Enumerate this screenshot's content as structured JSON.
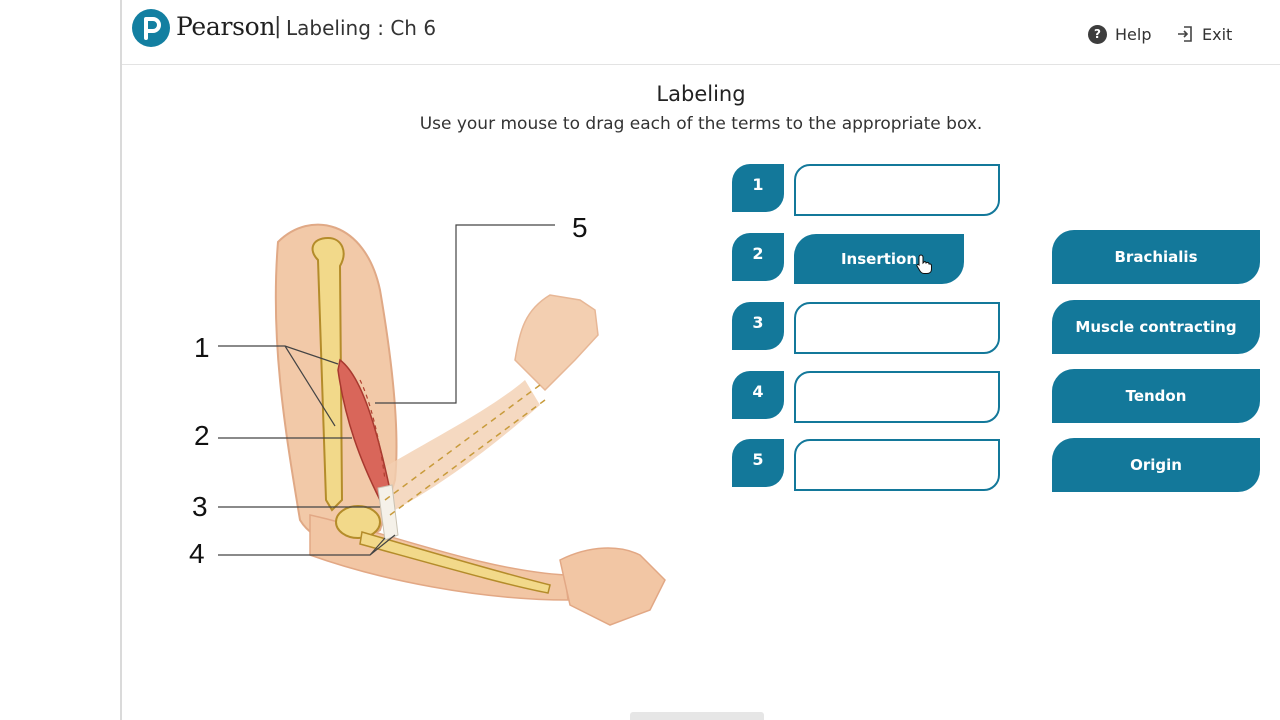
{
  "header": {
    "brand": "Pearson",
    "separator": "|",
    "activity_title": "Labeling : Ch 6",
    "help_label": "Help",
    "exit_label": "Exit"
  },
  "main": {
    "title": "Labeling",
    "instruction": "Use your mouse to drag each of the terms to the appropriate box."
  },
  "diagram": {
    "callouts": [
      "1",
      "2",
      "3",
      "4",
      "5"
    ]
  },
  "slots": [
    {
      "number": "1",
      "placed_term": ""
    },
    {
      "number": "2",
      "placed_term": "Insertion"
    },
    {
      "number": "3",
      "placed_term": ""
    },
    {
      "number": "4",
      "placed_term": ""
    },
    {
      "number": "5",
      "placed_term": ""
    }
  ],
  "term_bank": [
    "Brachialis",
    "Muscle contracting",
    "Tendon",
    "Origin"
  ],
  "colors": {
    "accent": "#13789a",
    "logo": "#137fa1"
  },
  "icons": {
    "logo": "pearson-logo-icon",
    "help": "help-icon",
    "exit": "exit-icon",
    "cursor": "hand-cursor-icon"
  }
}
